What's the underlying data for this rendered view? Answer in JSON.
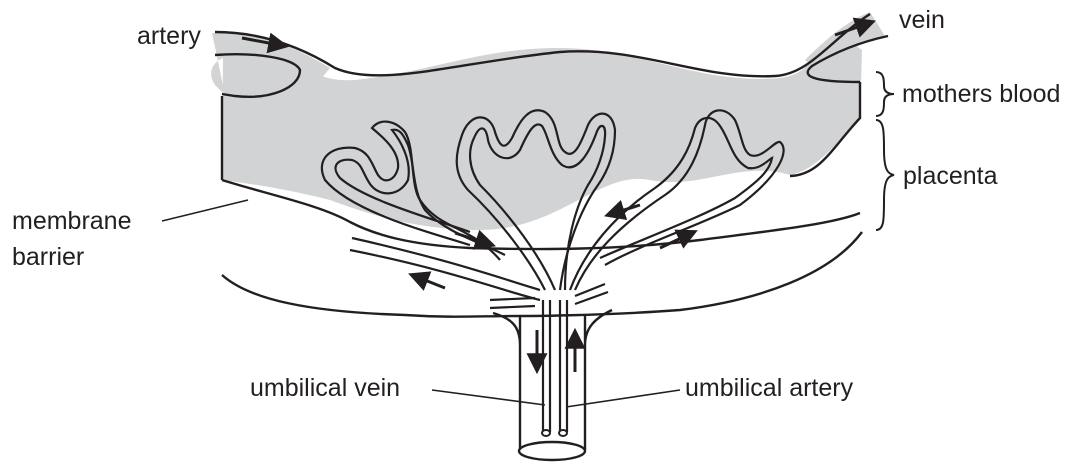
{
  "labels": {
    "artery": "artery",
    "vein": "vein",
    "mothers_blood": "mothers blood",
    "placenta": "placenta",
    "membrane_line1": "membrane",
    "membrane_line2": "barrier",
    "umbilical_vein": "umbilical vein",
    "umbilical_artery": "umbilical artery"
  },
  "colors": {
    "maternal_blood": "#d1d3d4",
    "outline": "#231f20",
    "background": "#ffffff"
  }
}
